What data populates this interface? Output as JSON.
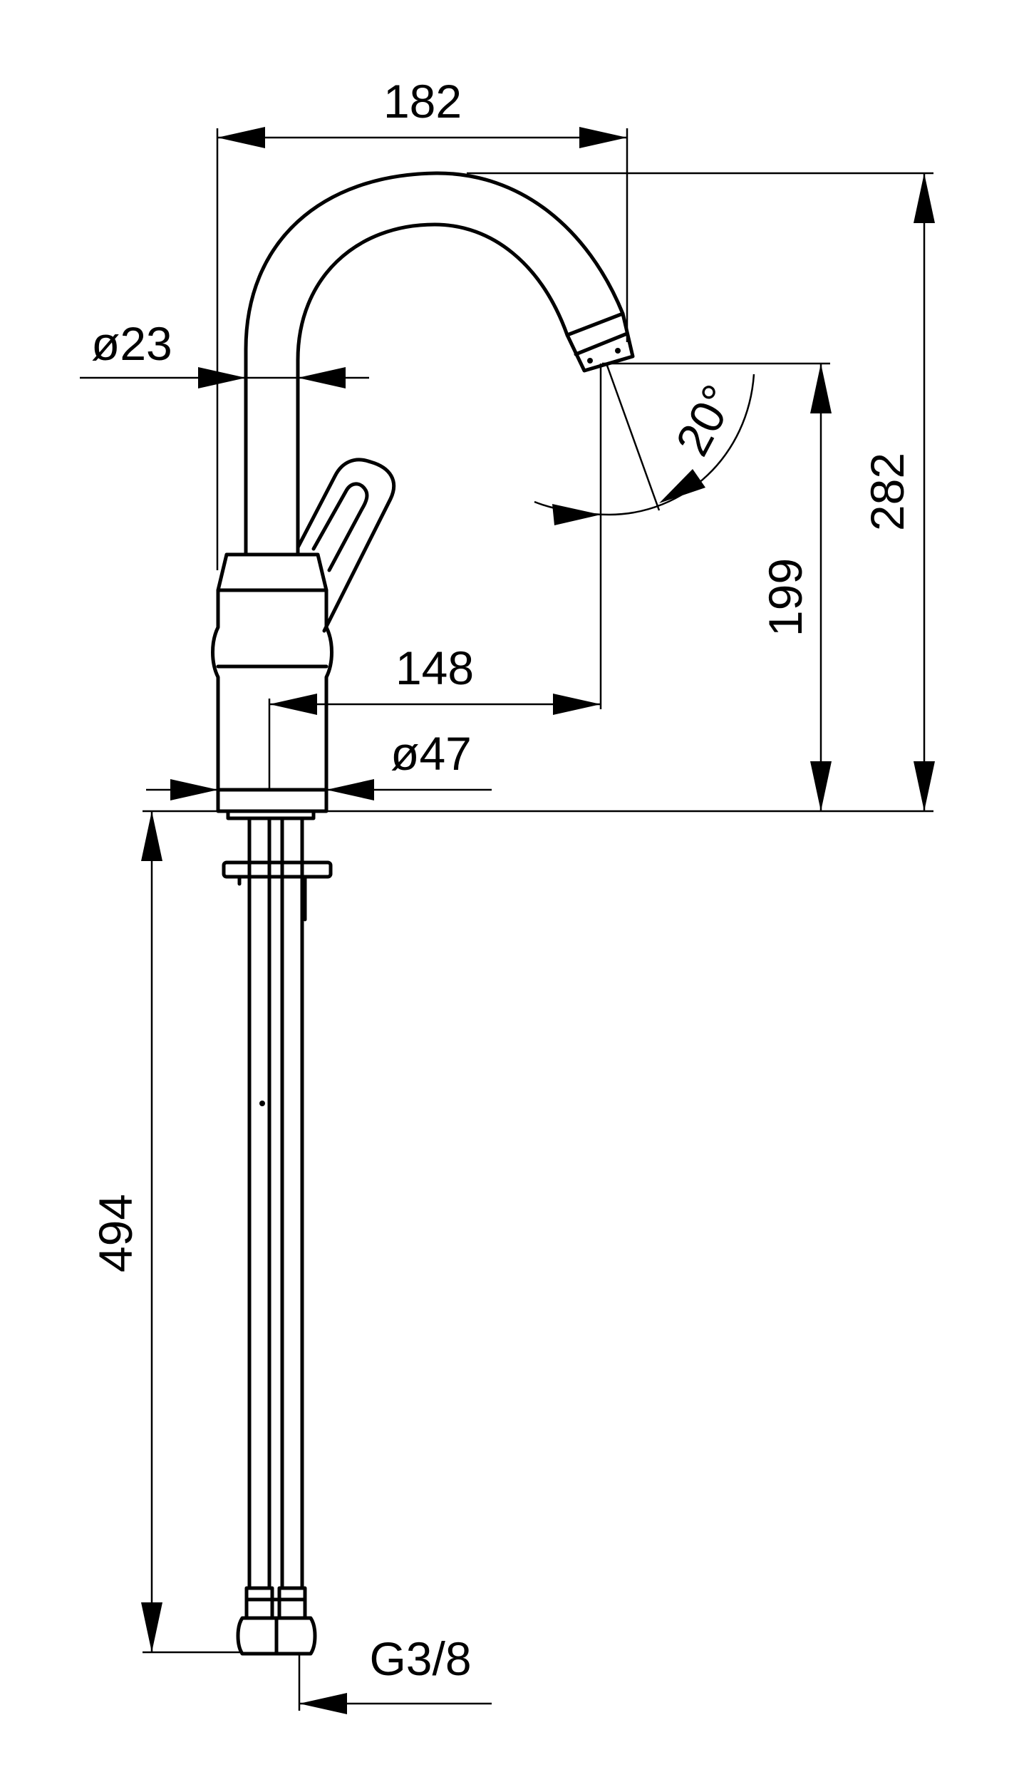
{
  "colors": {
    "line": "#000000",
    "background": "#ffffff"
  },
  "dimensions": {
    "spout_reach": "182",
    "spout_diameter": "ø23",
    "spout_angle": "20°",
    "total_height": "282",
    "outlet_height": "199",
    "outlet_offset": "148",
    "body_diameter": "ø47",
    "hose_length": "494",
    "connection_thread": "G3/8"
  }
}
